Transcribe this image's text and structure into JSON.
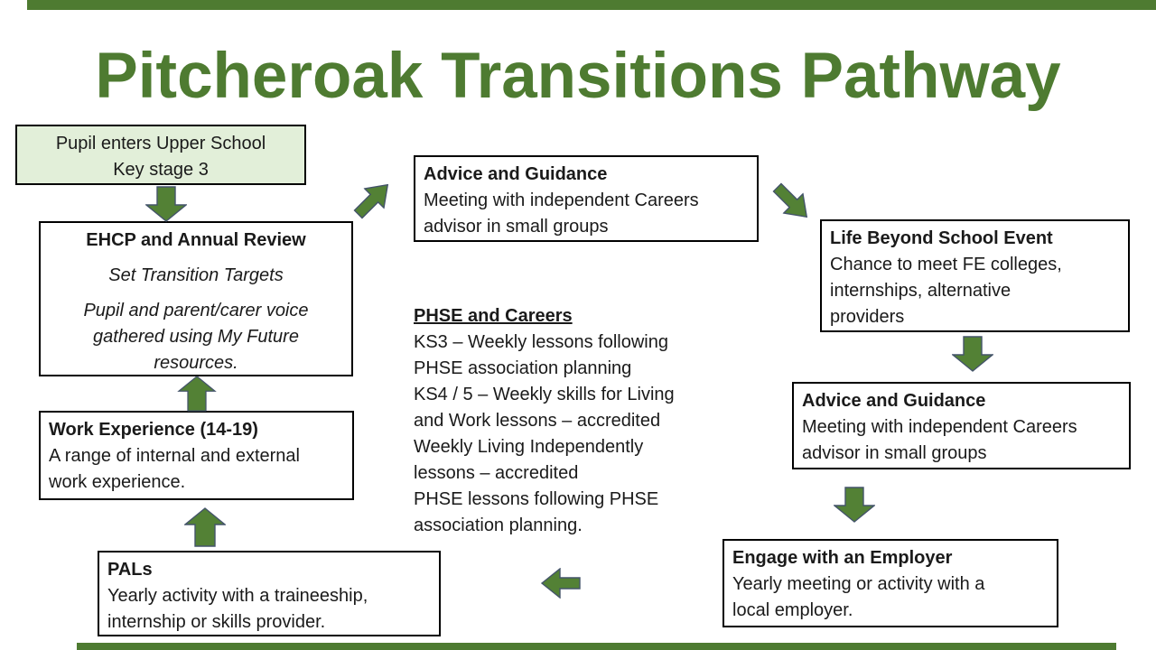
{
  "title": "Pitcheroak Transitions Pathway",
  "colors": {
    "title_green": "#4e7b31",
    "arrow_green_fill": "#538135",
    "arrow_outline": "#44546a",
    "entry_box_fill": "#e2efd9",
    "box_border": "#000000"
  },
  "boxes": {
    "pupil_entry": {
      "lines": [
        "Pupil enters Upper School",
        "Key stage 3"
      ]
    },
    "ehcp": {
      "heading": "EHCP and Annual Review",
      "paragraph1": "Set Transition Targets",
      "paragraph2": [
        "Pupil and parent/carer voice",
        "gathered using My Future",
        "resources."
      ]
    },
    "advice_top": {
      "heading": "Advice and Guidance",
      "lines": [
        "Meeting with independent Careers",
        "advisor in small groups"
      ]
    },
    "life_beyond": {
      "heading": "Life Beyond School Event",
      "lines": [
        "Chance to meet FE colleges,",
        "internships, alternative",
        "providers"
      ]
    },
    "phse": {
      "heading": "PHSE and Careers",
      "lines": [
        "KS3 – Weekly lessons following",
        "PHSE association planning",
        "KS4 / 5 – Weekly skills for Living",
        "and Work lessons – accredited",
        "Weekly Living Independently",
        "lessons – accredited",
        "PHSE lessons following PHSE",
        "association planning."
      ]
    },
    "work_experience": {
      "heading": "Work Experience (14-19)",
      "lines": [
        "A range of internal and external",
        "work experience."
      ]
    },
    "advice_right": {
      "heading": "Advice and Guidance",
      "lines": [
        "Meeting with independent Careers",
        "advisor in small groups"
      ]
    },
    "engage_employer": {
      "heading": "Engage with an Employer",
      "lines": [
        "Yearly meeting or activity with a",
        "local employer."
      ]
    },
    "pals": {
      "heading": "PALs",
      "lines": [
        "Yearly activity with a traineeship,",
        "internship or skills provider."
      ]
    }
  },
  "arrows": [
    {
      "name": "arrow-pupil-to-ehcp",
      "direction": "down"
    },
    {
      "name": "arrow-ehcp-to-advice",
      "direction": "up-right"
    },
    {
      "name": "arrow-advice-to-life-beyond",
      "direction": "down-right"
    },
    {
      "name": "arrow-life-beyond-to-advice-right",
      "direction": "down"
    },
    {
      "name": "arrow-advice-right-to-engage",
      "direction": "down"
    },
    {
      "name": "arrow-workexp-to-ehcp",
      "direction": "up"
    },
    {
      "name": "arrow-pals-to-workexp",
      "direction": "up"
    },
    {
      "name": "arrow-engage-to-pals",
      "direction": "left"
    }
  ]
}
